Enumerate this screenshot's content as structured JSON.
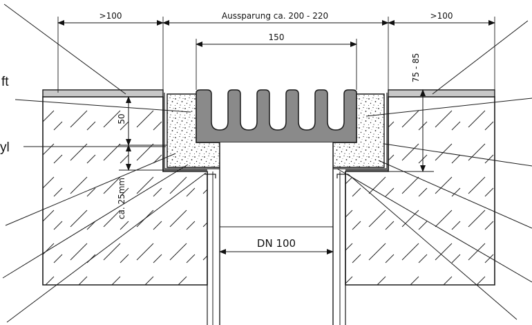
{
  "drawing": {
    "callouts": {
      "left_1": "ft",
      "left_2": "yl"
    },
    "dimensions": {
      "left_margin": ">100",
      "recess": "Aussparung ca. 200 - 220",
      "right_margin": ">100",
      "channel_width": "150",
      "height_range": "75 - 85",
      "upper_layer": "50",
      "lower_layer": "ca. 25mm",
      "pipe": "DN 100"
    },
    "colors": {
      "line": "#1a1a1a",
      "channel_fill": "#8a8a8a",
      "cover_fill": "#c8c8c8",
      "background": "#ffffff"
    }
  }
}
